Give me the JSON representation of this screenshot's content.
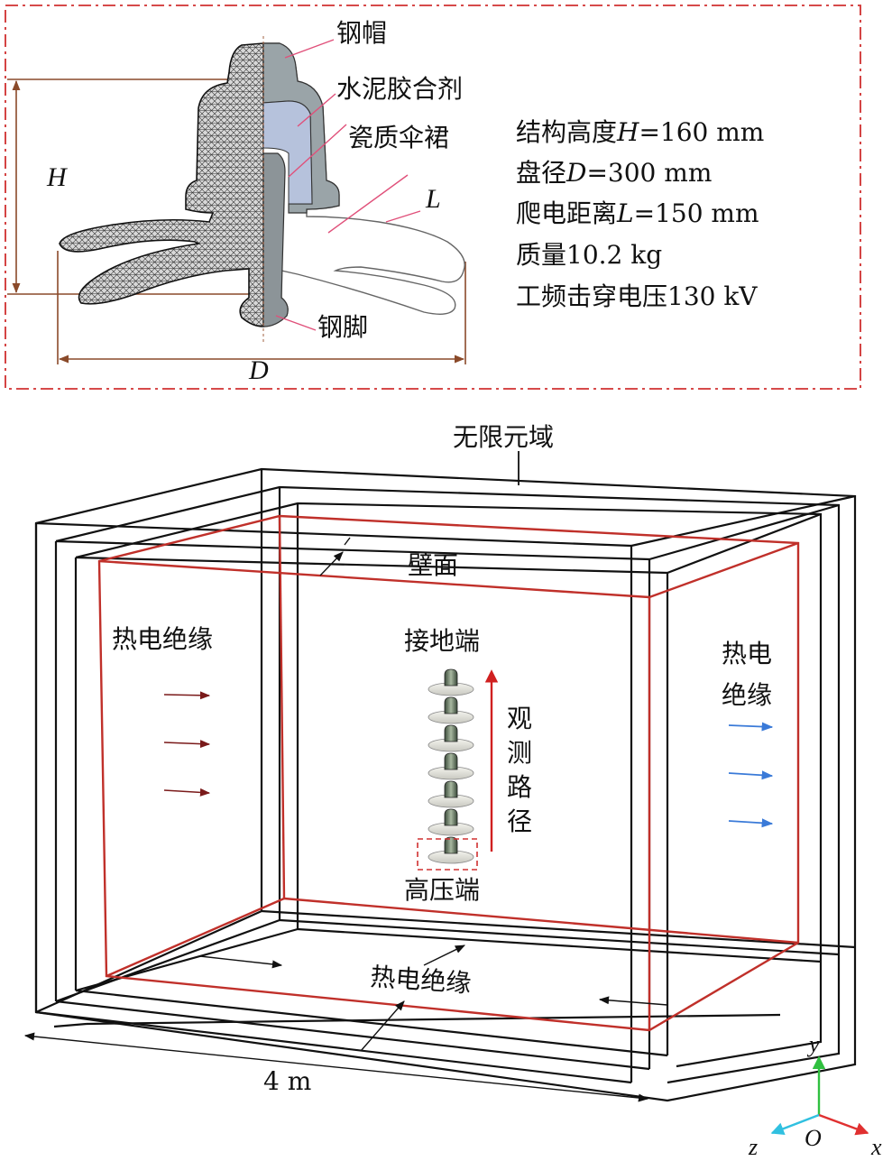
{
  "top_panel": {
    "labels": {
      "steel_cap": "钢帽",
      "cement": "水泥胶合剂",
      "porcelain_shed": "瓷质伞裙",
      "steel_pin": "钢脚",
      "dim_H": "H",
      "dim_D": "D",
      "dim_L": "L"
    },
    "specs": [
      {
        "prefix": "结构高度",
        "var": "H",
        "suffix": "=160 mm"
      },
      {
        "prefix": "盘径",
        "var": "D",
        "suffix": "=300 mm"
      },
      {
        "prefix": "爬电距离",
        "var": "L",
        "suffix": "=150 mm"
      },
      {
        "prefix": "质量10.2 kg",
        "var": "",
        "suffix": ""
      },
      {
        "prefix": "工频击穿电压130 kV",
        "var": "",
        "suffix": ""
      }
    ]
  },
  "bottom_panel": {
    "labels": {
      "infinite_domain": "无限元域",
      "wall": "壁面",
      "thermal_insulation_left": "热电绝缘",
      "thermal_insulation_right_1": "热电",
      "thermal_insulation_right_2": "绝缘",
      "thermal_insulation_bottom": "热电绝缘",
      "ground_end": "接地端",
      "high_voltage_end": "高压端",
      "observation_path": [
        "观",
        "测",
        "路",
        "径"
      ],
      "dimension": "4 m"
    },
    "axes": {
      "x": "x",
      "y": "y",
      "z": "z",
      "origin": "O"
    },
    "colors": {
      "red_boundary": "#c0302a",
      "left_arrows": "#7a1a1a",
      "right_arrows": "#3a7ad8",
      "axis_x": "#e03030",
      "axis_y": "#30c040",
      "axis_z": "#30c0e0"
    }
  }
}
